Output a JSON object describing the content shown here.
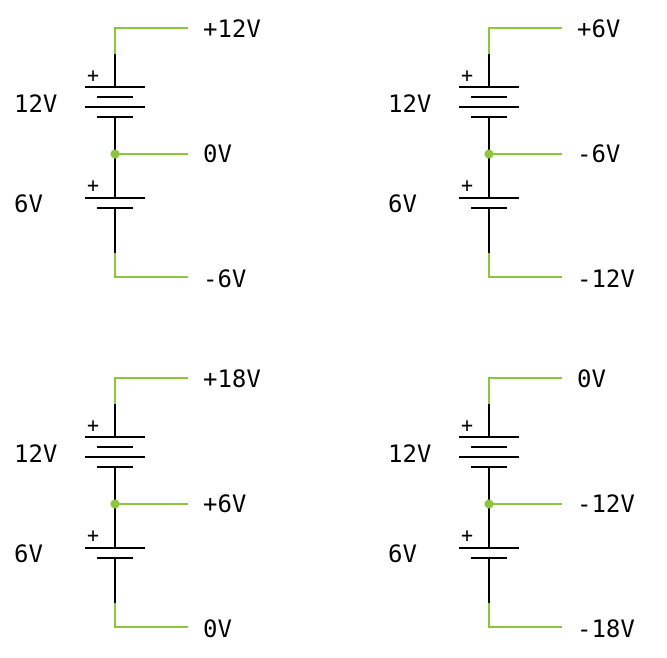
{
  "colors": {
    "wire": "#8cc63f",
    "component": "#000000",
    "background": "#ffffff"
  },
  "plus_sign": "+",
  "circuits": [
    {
      "battery_top": "12V",
      "battery_bottom": "6V",
      "out_top": "+12V",
      "out_mid": "0V",
      "out_bottom": "-6V"
    },
    {
      "battery_top": "12V",
      "battery_bottom": "6V",
      "out_top": "+6V",
      "out_mid": "-6V",
      "out_bottom": "-12V"
    },
    {
      "battery_top": "12V",
      "battery_bottom": "6V",
      "out_top": "+18V",
      "out_mid": "+6V",
      "out_bottom": "0V"
    },
    {
      "battery_top": "12V",
      "battery_bottom": "6V",
      "out_top": "0V",
      "out_mid": "-12V",
      "out_bottom": "-18V"
    }
  ]
}
